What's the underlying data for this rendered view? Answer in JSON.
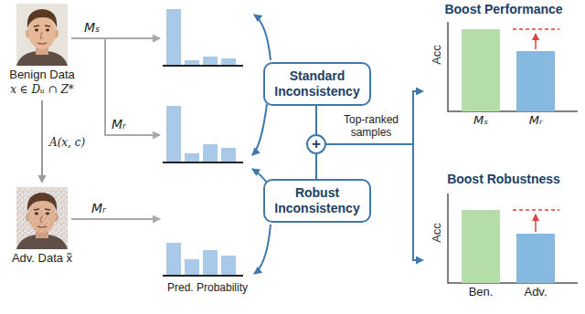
{
  "diagram": {
    "nodes": [
      {
        "text": [
          "Benign Data",
          "x ∈ Dᵤ ∩ Z*"
        ]
      },
      {
        "text": [
          "Adv. Data x̃"
        ]
      },
      {
        "text": [
          "Standard Inconsistency"
        ]
      },
      {
        "text": [
          "+"
        ]
      },
      {
        "text": [
          "Robust Inconsistency"
        ]
      },
      {
        "text": [
          "Boost Performance",
          "Acc",
          "Mₛ",
          "Mᵣ"
        ]
      },
      {
        "text": [
          "Boost Robustness",
          "Acc",
          "Ben.",
          "Adv."
        ]
      }
    ],
    "edges": [
      {
        "from": 0,
        "to": 1,
        "label": "A(x, c)",
        "arrow": "to"
      },
      {
        "from": 2,
        "to": 3,
        "arrow": "none"
      },
      {
        "from": 4,
        "to": 3,
        "arrow": "none"
      },
      {
        "from": 3,
        "to": 5,
        "label": "Top-ranked samples",
        "arrow": "to"
      },
      {
        "from": 3,
        "to": 6,
        "arrow": "to"
      }
    ],
    "labels": [
      "Mₛ",
      "Mᵣ",
      "Mᵣ",
      "Pred. Probability"
    ]
  }
}
